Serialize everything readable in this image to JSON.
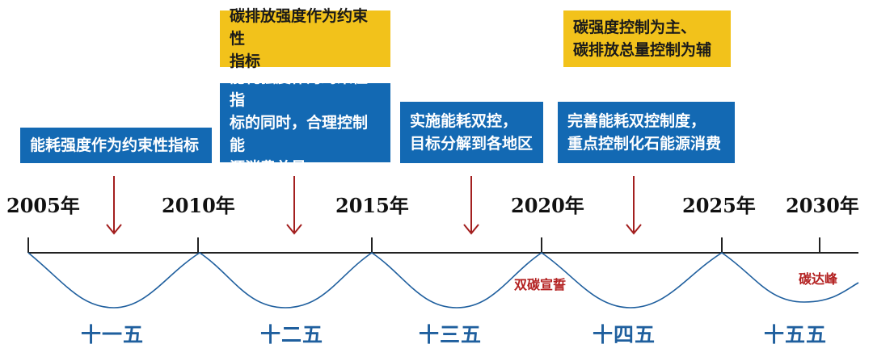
{
  "boxes": {
    "box1": "能耗强度作为约束性指标",
    "box2_yellow": "碳排放强度作为约束性\n指标",
    "box2_blue": "能耗强度作为约束性指\n标的同时，合理控制能\n源消费总量",
    "box3": "实施能耗双控，\n目标分解到各地区",
    "box4_yellow": "碳强度控制为主、\n碳排放总量控制为辅",
    "box4_blue": "完善能耗双控制度，\n重点控制化石能源消费"
  },
  "years": [
    "2005年",
    "2010年",
    "2015年",
    "2020年",
    "2025年",
    "2030年"
  ],
  "plans": [
    "十一五",
    "十二五",
    "十三五",
    "十四五",
    "十五五"
  ],
  "markers": {
    "dual_carbon": "双碳宣誓",
    "carbon_peak": "碳达峰"
  },
  "colors": {
    "box_blue": "#1369b3",
    "box_yellow": "#f2c21b",
    "arrow_red": "#a31f1f",
    "wave_blue": "#1f5f9e",
    "marker_red": "#b32020",
    "axis": "#222222"
  }
}
